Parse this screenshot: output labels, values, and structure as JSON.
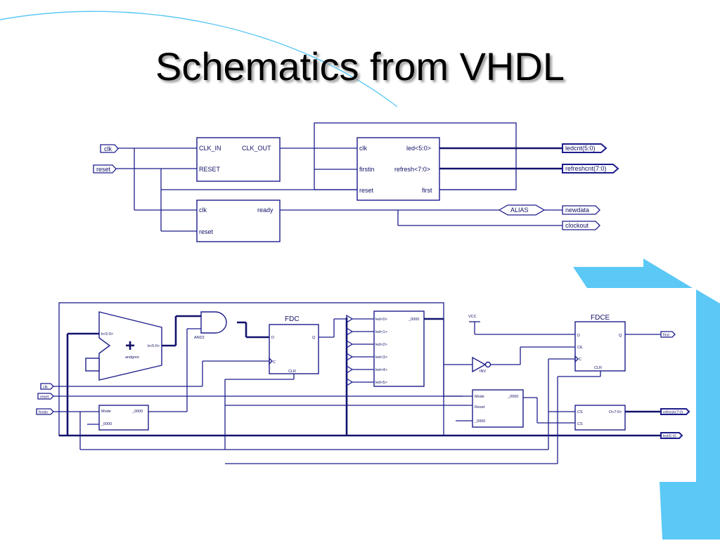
{
  "slide": {
    "title": "Schematics from VHDL",
    "accent_color": "#5bc8f5",
    "wire_color": "#1c1c8c"
  },
  "top_schematic": {
    "inputs": [
      "clk",
      "reset"
    ],
    "outputs": [
      "ledcnt(5:0)",
      "refreshcnt(7:0)",
      "newdata",
      "clockout"
    ],
    "alias_label": "ALIAS",
    "clock_block": {
      "in": "CLK_IN",
      "out": "CLK_OUT",
      "reset": "RESET"
    },
    "counter_block": {
      "clk": "clk",
      "firstin": "firstin",
      "reset": "reset",
      "led": "led<5:0>",
      "refresh": "refresh<7:0>",
      "first": "first"
    },
    "ready_block": {
      "clk": "clk",
      "reset": "reset",
      "ready": "ready"
    }
  },
  "bottom_schematic": {
    "inputs": [
      "clk",
      "reset",
      "firstin"
    ],
    "outputs": [
      "first",
      "refresh(7:0)",
      "led(5:0)"
    ],
    "fdc_label": "FDC",
    "fdce_label": "FDCE",
    "vcc_label": "VCC",
    "inv_label": "INV",
    "adder_label": "andgnor",
    "and_label": "AND2",
    "fdc_pins": {
      "d": "D",
      "q": "Q",
      "c": "C",
      "clr": "CLR"
    },
    "fdce_pins": {
      "d": "D",
      "q": "Q",
      "ce": "CE",
      "c": "C",
      "clr": "CLR"
    },
    "bus_pins": [
      "led<0>",
      "led<1>",
      "led<2>",
      "led<3>",
      "led<4>",
      "led<5>"
    ],
    "bus_out_pin": "_0000",
    "mux_pins": [
      "Mode",
      "_0000",
      "Reset",
      "_0000",
      "CS",
      "O<7:0>",
      "CS"
    ],
    "small_labels": [
      "b<5:0>",
      "b<5:0>",
      "_0000",
      "Mode"
    ]
  }
}
